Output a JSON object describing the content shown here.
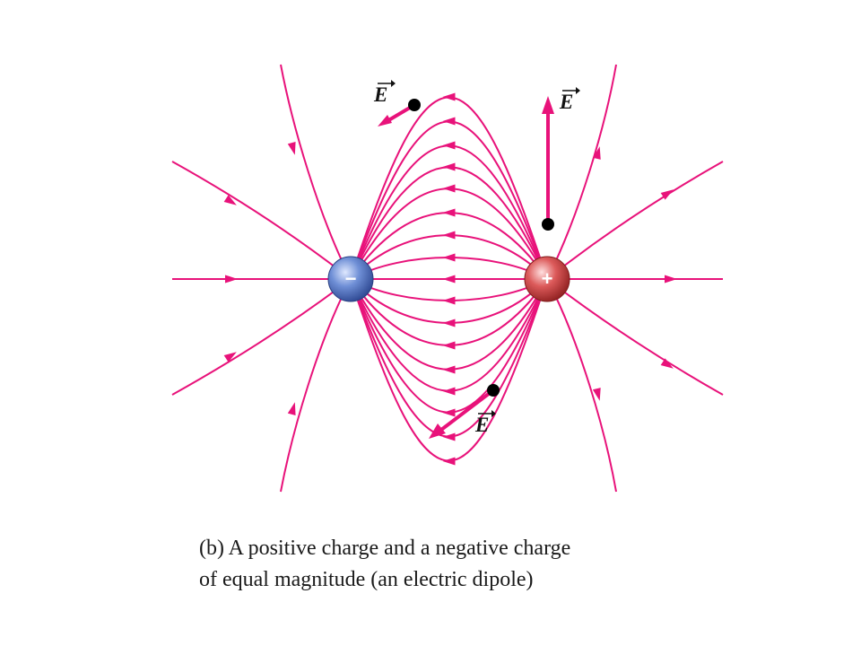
{
  "diagram": {
    "field_color": "#e8127a",
    "negative_charge": {
      "sign": "−",
      "color": "#5b7fc4"
    },
    "positive_charge": {
      "sign": "+",
      "color": "#d24b4b"
    },
    "field_vector_label": "E",
    "field_vector_count": 3
  },
  "caption": {
    "line1": "(b) A positive charge and a negative charge",
    "line2": "of equal magnitude (an electric dipole)"
  }
}
